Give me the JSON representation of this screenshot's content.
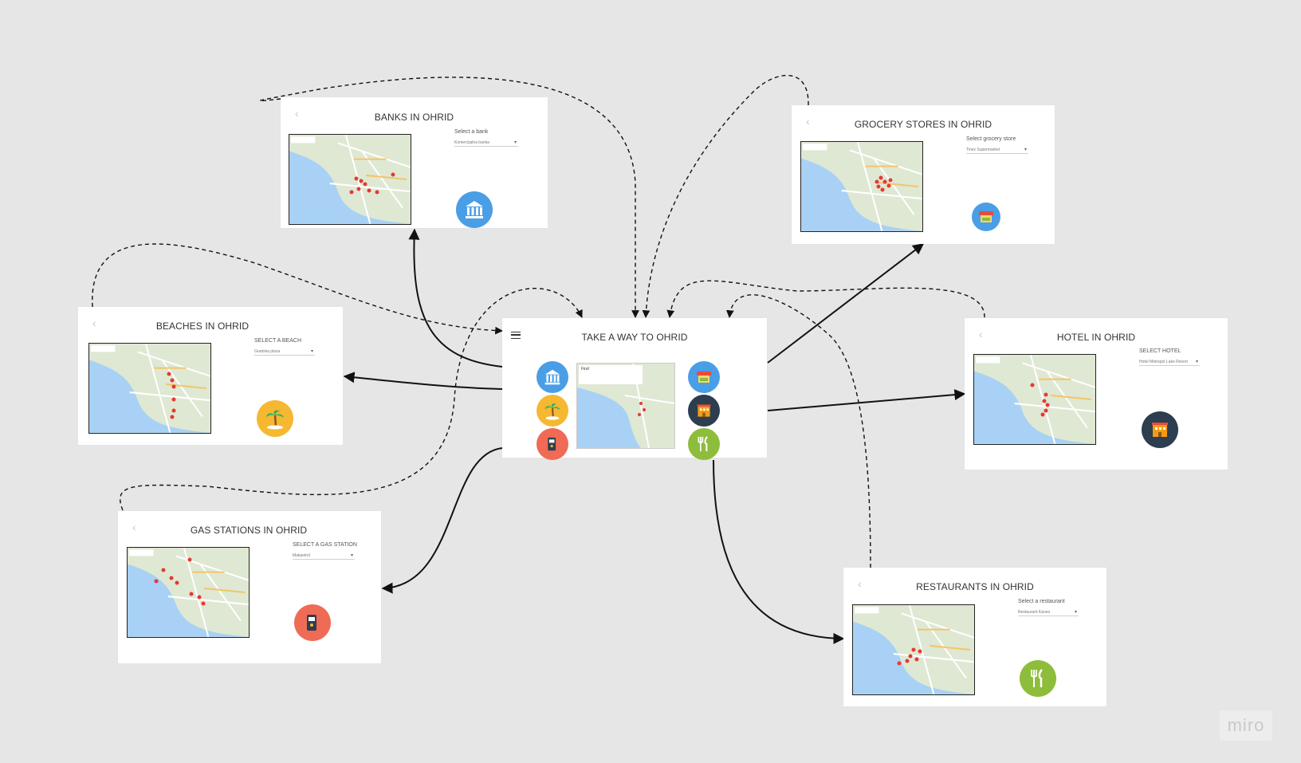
{
  "board": {
    "watermark": "miro",
    "colors": {
      "background": "#e6e6e6",
      "frame": "#ffffff",
      "connector": "#111111"
    }
  },
  "main_screen": {
    "title": "TAKE A WAY TO OHRID",
    "menu_icon": "hamburger-icon",
    "map_search_text": "Find",
    "categories": [
      {
        "name": "banks",
        "icon": "bank-icon",
        "color": "#4a9ee6"
      },
      {
        "name": "beaches",
        "icon": "palm-tree-icon",
        "color": "#f5b830"
      },
      {
        "name": "gas-stations",
        "icon": "fuel-pump-icon",
        "color": "#ef6b55"
      },
      {
        "name": "grocery-stores",
        "icon": "market-stall-icon",
        "color": "#4a9ee6"
      },
      {
        "name": "hotels",
        "icon": "hotel-icon",
        "color": "#2c3e50"
      },
      {
        "name": "restaurants",
        "icon": "fork-knife-icon",
        "color": "#8dbd3a"
      }
    ]
  },
  "screens": {
    "banks": {
      "title": "BANKS IN OHRID",
      "select_label": "Select a bank",
      "select_value": "Komercijalna banka",
      "icon": "bank-icon",
      "icon_color": "#4a9ee6"
    },
    "grocery": {
      "title": "GROCERY STORES IN OHRID",
      "select_label": "Select grocery store",
      "select_value": "Tinex Supermarket",
      "icon": "market-stall-icon",
      "icon_color": "#4a9ee6"
    },
    "beaches": {
      "title": "BEACHES IN OHRID",
      "select_label": "SELECT A BEACH",
      "select_value": "Gradska plaza",
      "icon": "palm-tree-icon",
      "icon_color": "#f5b830"
    },
    "hotel": {
      "title": "HOTEL IN OHRID",
      "select_label": "SELECT HOTEL",
      "select_value": "Hotel Metropol Lake Resort",
      "icon": "hotel-icon",
      "icon_color": "#2c3e50"
    },
    "gas": {
      "title": "GAS STATIONS IN OHRID",
      "select_label": "SELECT A GAS STATION",
      "select_value": "Makpetrol",
      "icon": "fuel-pump-icon",
      "icon_color": "#ef6b55"
    },
    "restaurants": {
      "title": "RESTAURANTS IN OHRID",
      "select_label": "Select a restaurant",
      "select_value": "Restaurant Kaneo",
      "icon": "fork-knife-icon",
      "icon_color": "#8dbd3a"
    }
  }
}
